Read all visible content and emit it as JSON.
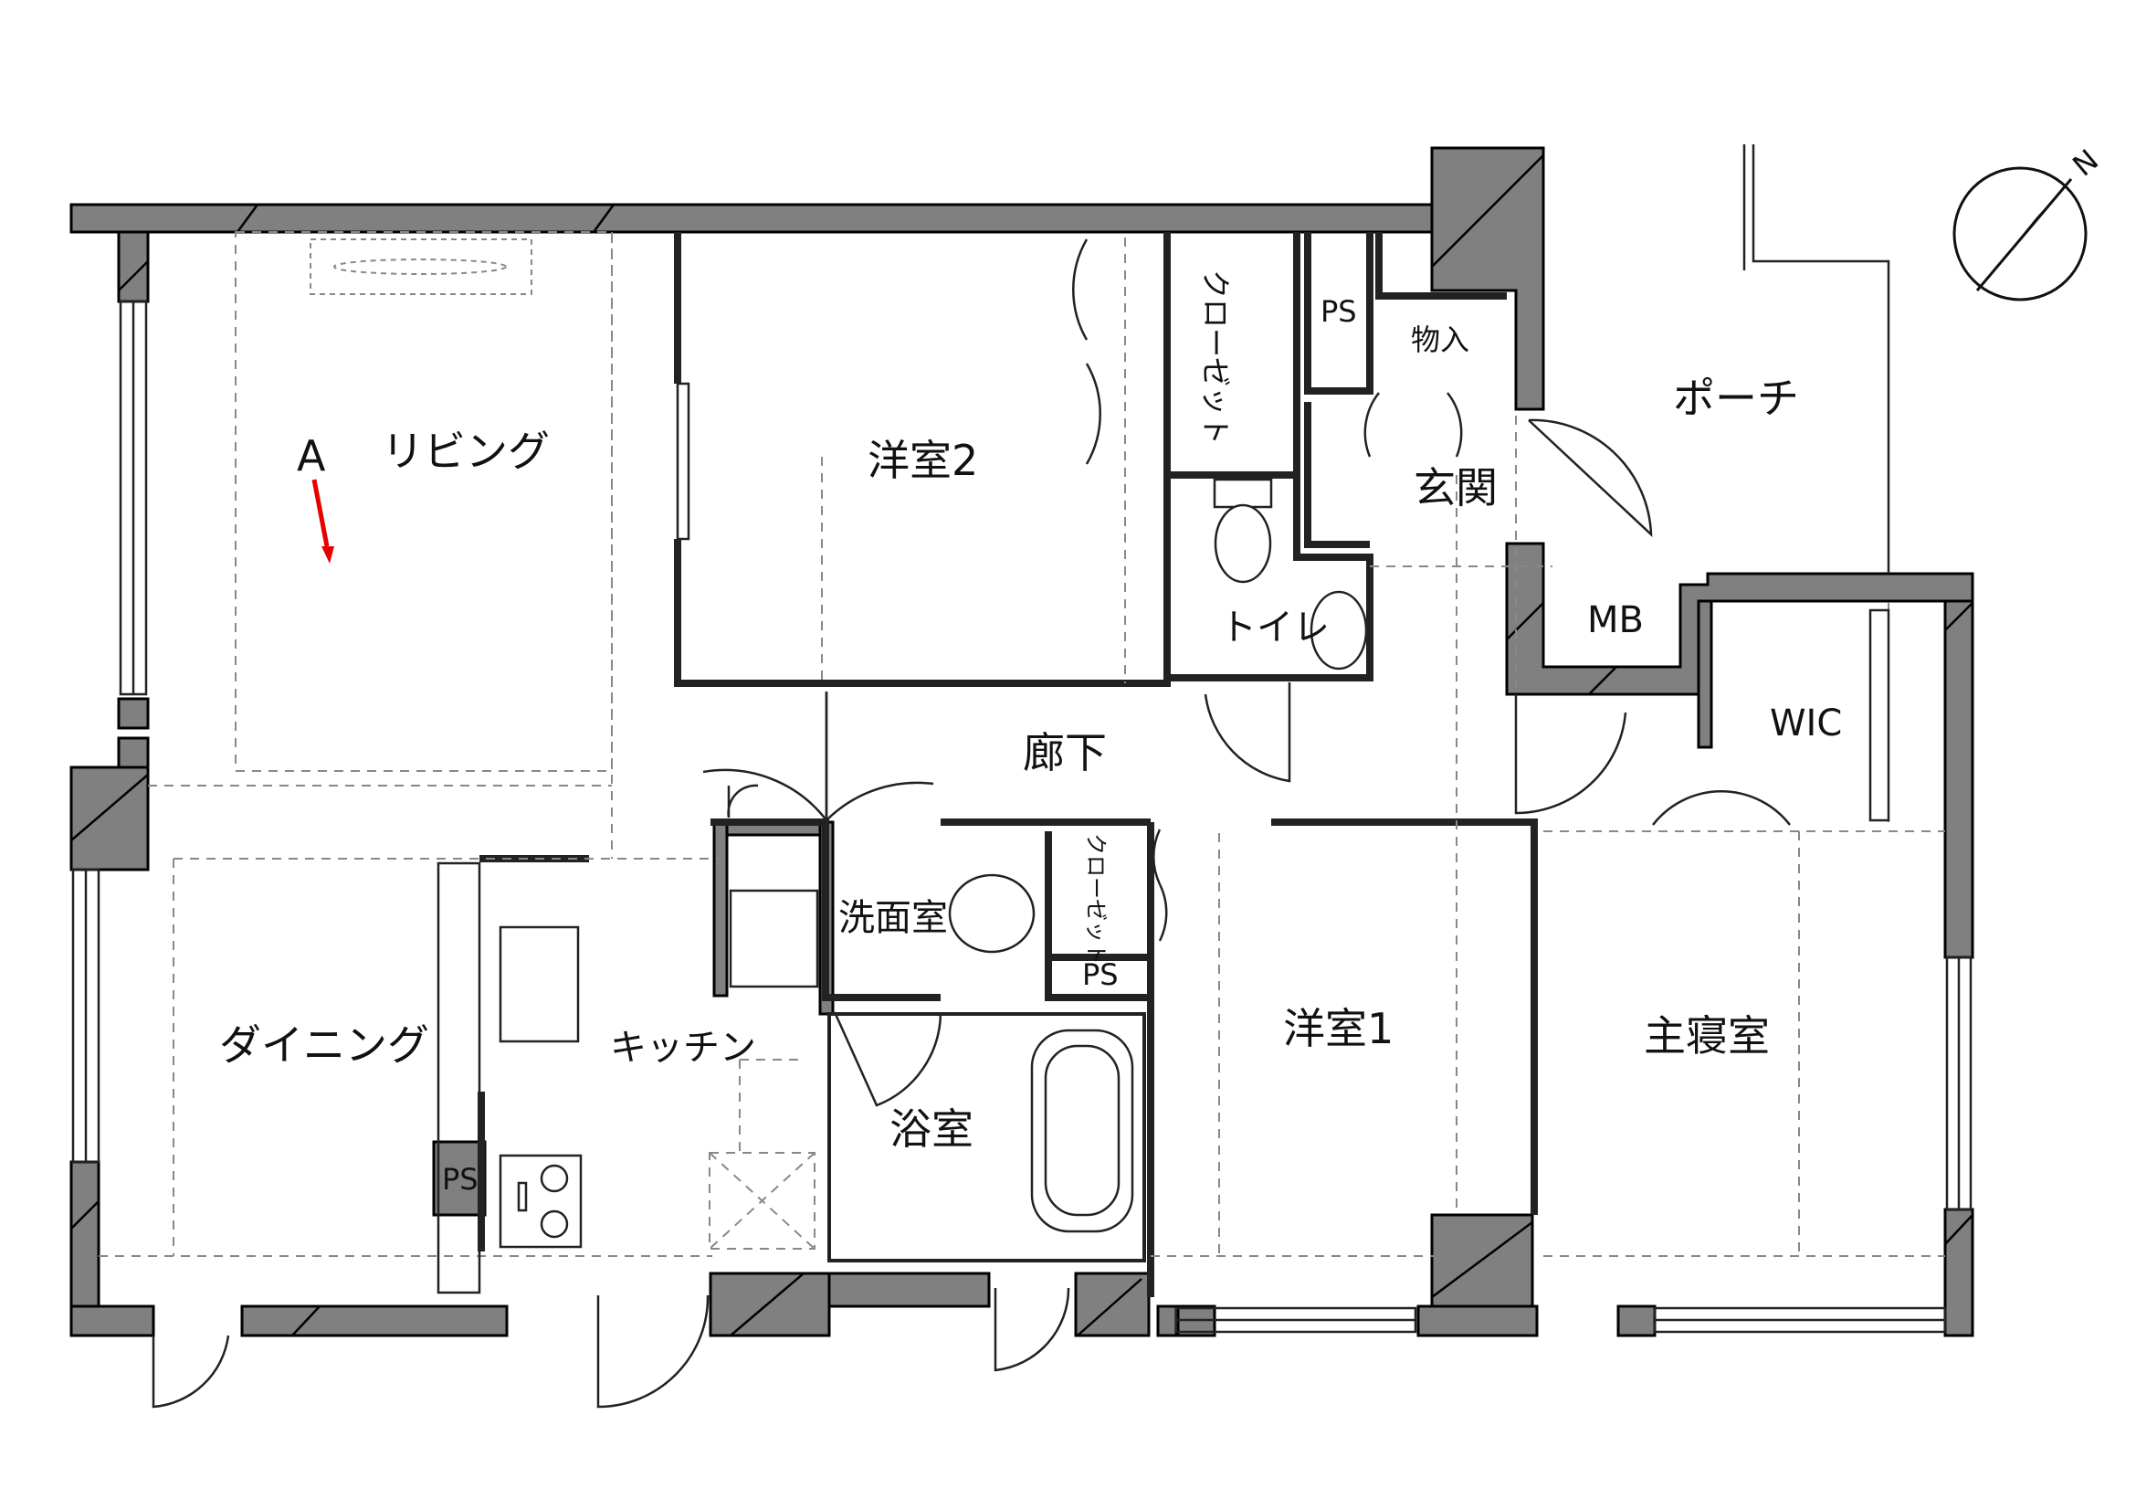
{
  "rooms": {
    "living": "リビング",
    "dining": "ダイニング",
    "kitchen": "キッチン",
    "western2": "洋室2",
    "western1": "洋室1",
    "master": "主寝室",
    "hallway": "廊下",
    "entrance": "玄関",
    "porch": "ポーチ",
    "toilet": "トイレ",
    "washroom": "洗面室",
    "bathroom": "浴室",
    "closet_a": "クローゼット",
    "closet_b": "クローゼット",
    "storage": "物入",
    "mb": "MB",
    "wic": "WIC",
    "ps_top": "PS",
    "ps_mid": "PS",
    "ps_kitchen": "PS"
  },
  "viewpoint": {
    "label": "A",
    "arrow_color": "#e60000"
  },
  "compass": {
    "label": "N",
    "icon": "north-arrow-icon"
  },
  "colors": {
    "wall": "#808080",
    "wall_outline": "#000000",
    "dashed": "#888888",
    "background": "#ffffff"
  }
}
